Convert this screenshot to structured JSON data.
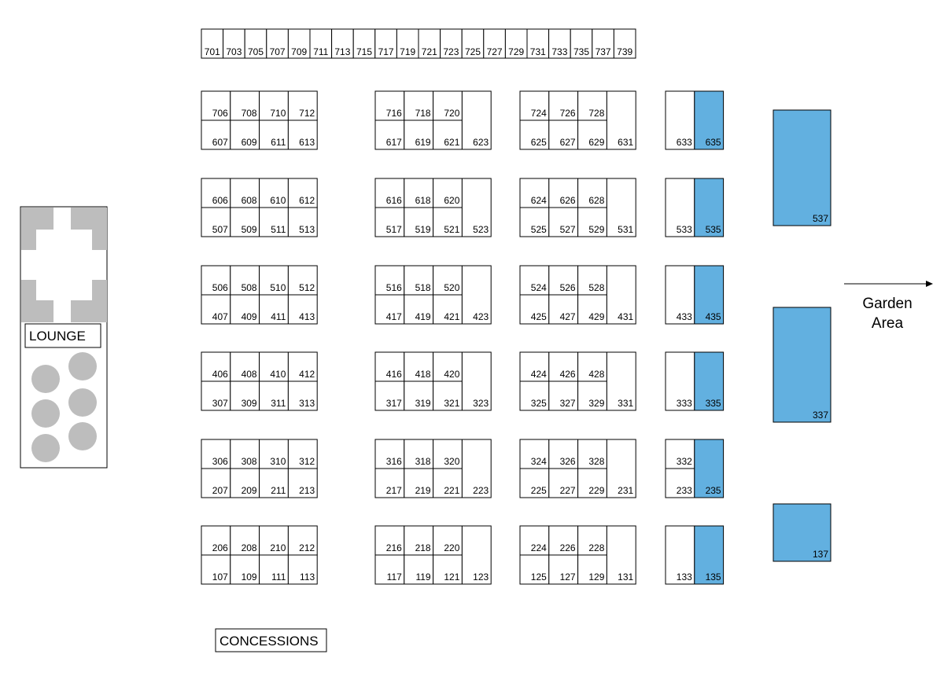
{
  "map": {
    "top_row": [
      "701",
      "703",
      "705",
      "707",
      "709",
      "711",
      "713",
      "715",
      "717",
      "719",
      "721",
      "723",
      "725",
      "727",
      "729",
      "731",
      "733",
      "735",
      "737",
      "739"
    ],
    "block_rows": [
      {
        "A": {
          "top": [
            "706",
            "708",
            "710",
            "712"
          ],
          "bottom": [
            "607",
            "609",
            "611",
            "613"
          ]
        },
        "B": {
          "top": [
            "716",
            "718",
            "720"
          ],
          "bottom": [
            "617",
            "619",
            "621",
            "623"
          ]
        },
        "C": {
          "top": [
            "724",
            "726",
            "728"
          ],
          "bottom": [
            "625",
            "627",
            "629",
            "631"
          ]
        },
        "D": {
          "left_top": "",
          "left_bottom": "633",
          "blue": "635"
        }
      },
      {
        "A": {
          "top": [
            "606",
            "608",
            "610",
            "612"
          ],
          "bottom": [
            "507",
            "509",
            "511",
            "513"
          ]
        },
        "B": {
          "top": [
            "616",
            "618",
            "620"
          ],
          "bottom": [
            "517",
            "519",
            "521",
            "523"
          ]
        },
        "C": {
          "top": [
            "624",
            "626",
            "628"
          ],
          "bottom": [
            "525",
            "527",
            "529",
            "531"
          ]
        },
        "D": {
          "left_top": "",
          "left_bottom": "533",
          "blue": "535"
        }
      },
      {
        "A": {
          "top": [
            "506",
            "508",
            "510",
            "512"
          ],
          "bottom": [
            "407",
            "409",
            "411",
            "413"
          ]
        },
        "B": {
          "top": [
            "516",
            "518",
            "520"
          ],
          "bottom": [
            "417",
            "419",
            "421",
            "423"
          ]
        },
        "C": {
          "top": [
            "524",
            "526",
            "528"
          ],
          "bottom": [
            "425",
            "427",
            "429",
            "431"
          ]
        },
        "D": {
          "left_top": "",
          "left_bottom": "433",
          "blue": "435"
        }
      },
      {
        "A": {
          "top": [
            "406",
            "408",
            "410",
            "412"
          ],
          "bottom": [
            "307",
            "309",
            "311",
            "313"
          ]
        },
        "B": {
          "top": [
            "416",
            "418",
            "420"
          ],
          "bottom": [
            "317",
            "319",
            "321",
            "323"
          ]
        },
        "C": {
          "top": [
            "424",
            "426",
            "428"
          ],
          "bottom": [
            "325",
            "327",
            "329",
            "331"
          ]
        },
        "D": {
          "left_top": "",
          "left_bottom": "333",
          "blue": "335"
        }
      },
      {
        "A": {
          "top": [
            "306",
            "308",
            "310",
            "312"
          ],
          "bottom": [
            "207",
            "209",
            "211",
            "213"
          ]
        },
        "B": {
          "top": [
            "316",
            "318",
            "320"
          ],
          "bottom": [
            "217",
            "219",
            "221",
            "223"
          ]
        },
        "C": {
          "top": [
            "324",
            "326",
            "328"
          ],
          "bottom": [
            "225",
            "227",
            "229",
            "231"
          ]
        },
        "D": {
          "left_top": "332",
          "left_bottom": "233",
          "blue": "235"
        }
      },
      {
        "A": {
          "top": [
            "206",
            "208",
            "210",
            "212"
          ],
          "bottom": [
            "107",
            "109",
            "111",
            "113"
          ]
        },
        "B": {
          "top": [
            "216",
            "218",
            "220"
          ],
          "bottom": [
            "117",
            "119",
            "121",
            "123"
          ]
        },
        "C": {
          "top": [
            "224",
            "226",
            "228"
          ],
          "bottom": [
            "125",
            "127",
            "129",
            "131"
          ]
        },
        "D": {
          "left_top": "",
          "left_bottom": "133",
          "blue": "135"
        }
      }
    ],
    "large_booths": [
      "537",
      "337",
      "137"
    ],
    "lounge_label": "LOUNGE",
    "concessions_label": "CONCESSIONS",
    "garden_label_line1": "Garden",
    "garden_label_line2": "Area",
    "colors": {
      "booth_blue": "#62b0e0",
      "lounge_gray": "#bdbdbd",
      "line": "#000000"
    }
  }
}
